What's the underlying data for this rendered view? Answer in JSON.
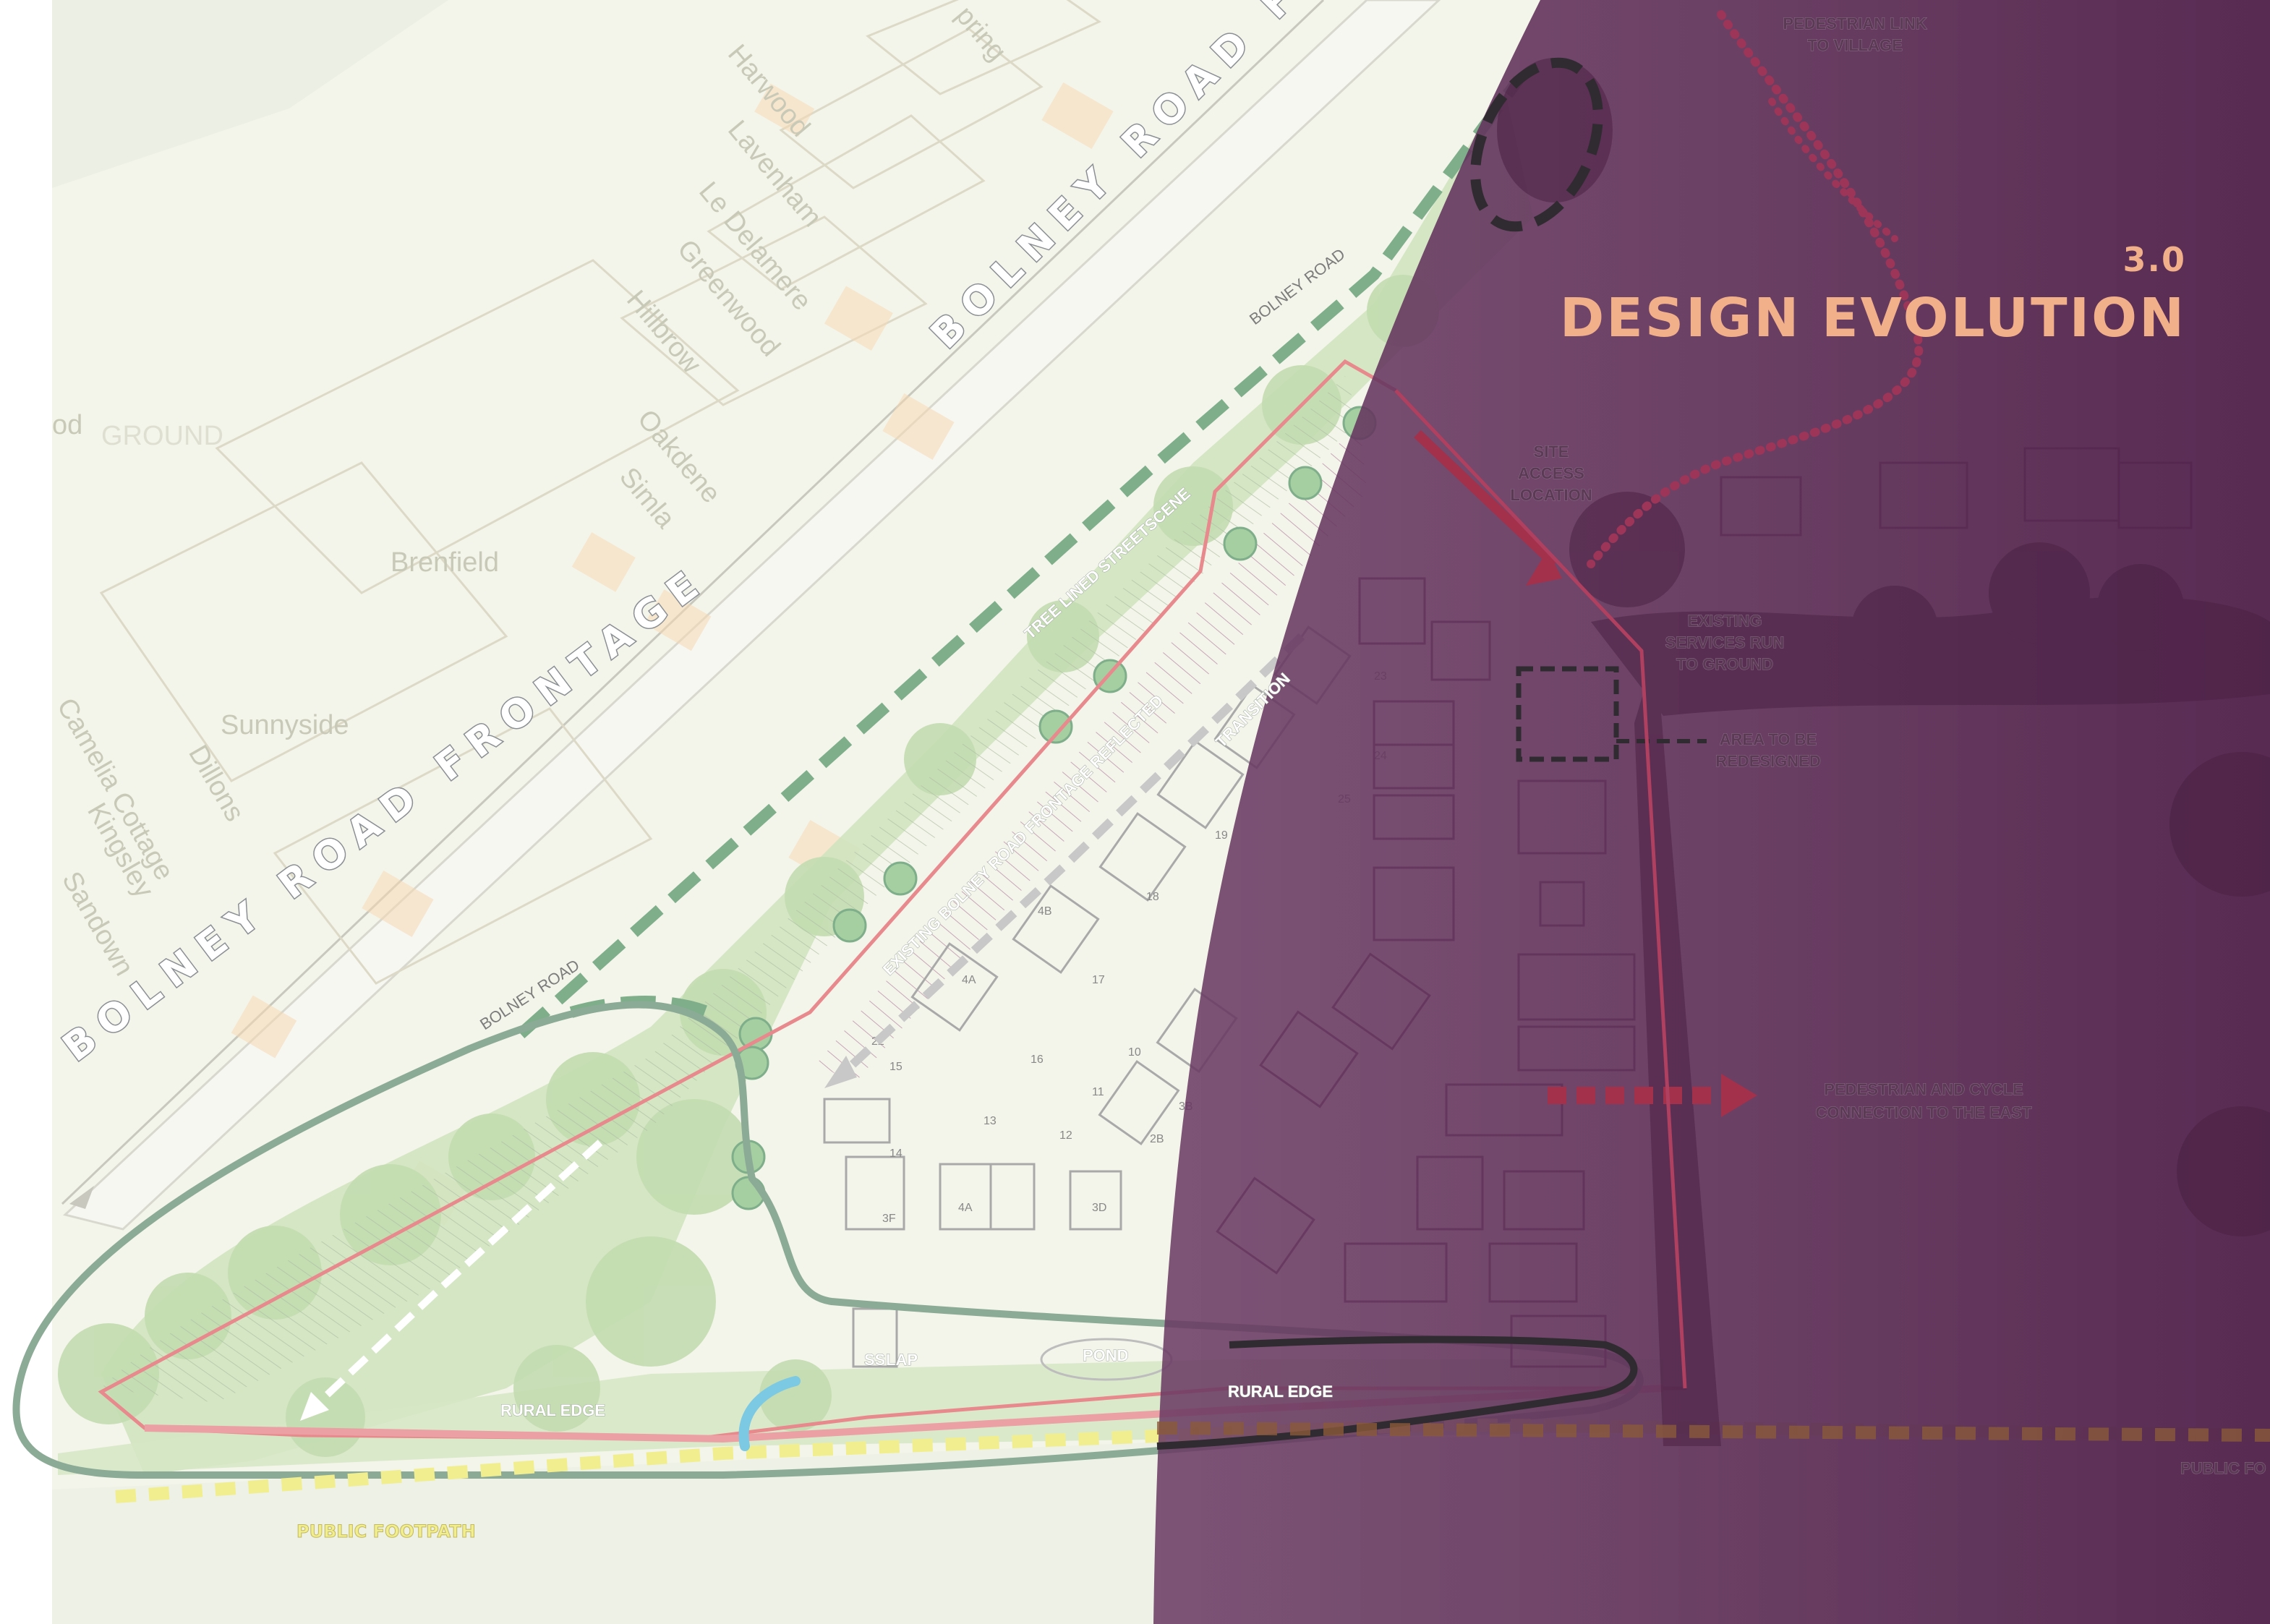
{
  "section": {
    "number": "3.0",
    "title": "DESIGN EVOLUTION"
  },
  "map_labels": {
    "bolney_frontage_lower": "BOLNEY ROAD FRONTAGE",
    "bolney_frontage_upper": "BOLNEY ROAD FRONT",
    "bolney_road_small_1": "BOLNEY ROAD",
    "bolney_road_small_2": "BOLNEY ROAD",
    "tree_lined": "TREE LINED STREETSCENE",
    "existing_frontage": "EXISTING BOLNEY ROAD FRONTAGE REFLECTED",
    "transition": "TRANSITION",
    "rural_edge_1": "RURAL EDGE",
    "rural_edge_2": "RURAL EDGE",
    "public_footpath": "PUBLIC FOOTPATH",
    "public_fo": "PUBLIC FO",
    "pedestrian_link_1": "PEDESTRIAN LINK",
    "pedestrian_link_2": "TO VILLAGE",
    "site_access_1": "SITE",
    "site_access_2": "ACCESS",
    "site_access_3": "LOCATION",
    "services_1": "EXISTING",
    "services_2": "SERVICES RUN",
    "services_3": "TO GROUND",
    "redesign_1": "AREA TO BE",
    "redesign_2": "REDESIGNED",
    "cycle_1": "PEDESTRIAN AND CYCLE",
    "cycle_2": "CONNECTION TO THE EAST",
    "lap": "LAP",
    "pond": "POND",
    "ss": "SS",
    "od": "od",
    "ground": "GROUND"
  },
  "house_names": [
    "Harwood",
    "Lavenham",
    "Le Delamere",
    "Greenwood",
    "Hillbrow",
    "Oakdene",
    "Simla",
    "Brenfield",
    "Sunnyside",
    "Dillons",
    "Camelia Cottage",
    "Kingsley",
    "Sandown",
    "pring"
  ],
  "plot_numbers": [
    "4B",
    "4A",
    "15",
    "16",
    "17",
    "18",
    "19",
    "13",
    "14",
    "12",
    "11",
    "10",
    "3B",
    "2B",
    "3F",
    "4A",
    "3D",
    "22",
    "23",
    "24",
    "25"
  ],
  "colors": {
    "overlay": "#5b2a55",
    "title": "#f2b08a",
    "green_zone": "#cfe3bd",
    "green_dash": "#7fae8b",
    "red_boundary": "#e7898d",
    "footpath_yellow": "#f1ee8f",
    "map_base": "#f4f5ea"
  }
}
